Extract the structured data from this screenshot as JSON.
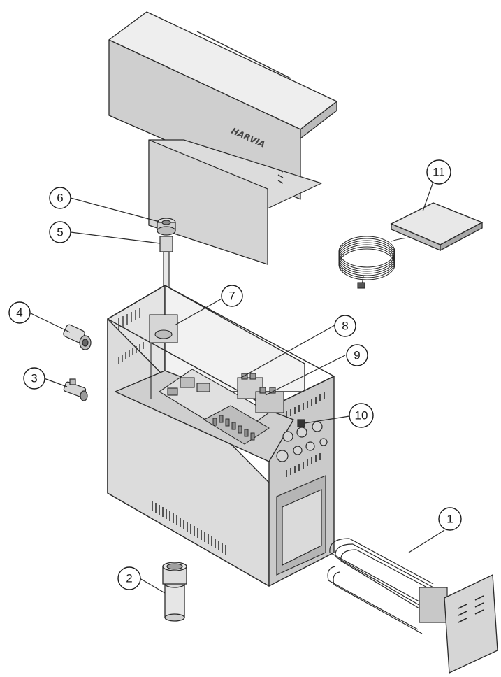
{
  "diagram": {
    "brand_logo": "HARVIA",
    "parts": [
      {
        "id": "1",
        "label": "1",
        "part": "heating-element"
      },
      {
        "id": "2",
        "label": "2",
        "part": "sleeve"
      },
      {
        "id": "3",
        "label": "3",
        "part": "valve"
      },
      {
        "id": "4",
        "label": "4",
        "part": "elbow-fitting"
      },
      {
        "id": "5",
        "label": "5",
        "part": "level-pipe"
      },
      {
        "id": "6",
        "label": "6",
        "part": "nut-cap"
      },
      {
        "id": "7",
        "label": "7",
        "part": "sensor-bracket"
      },
      {
        "id": "8",
        "label": "8",
        "part": "relay"
      },
      {
        "id": "9",
        "label": "9",
        "part": "contactor"
      },
      {
        "id": "10",
        "label": "10",
        "part": "switch"
      },
      {
        "id": "11",
        "label": "11",
        "part": "control-panel"
      }
    ],
    "colors": {
      "outline": "#2a2a2a",
      "panel_light": "#e6e6e6",
      "panel_mid": "#d4d4d4",
      "panel_dark": "#bdbdbd",
      "background": "#ffffff"
    }
  }
}
